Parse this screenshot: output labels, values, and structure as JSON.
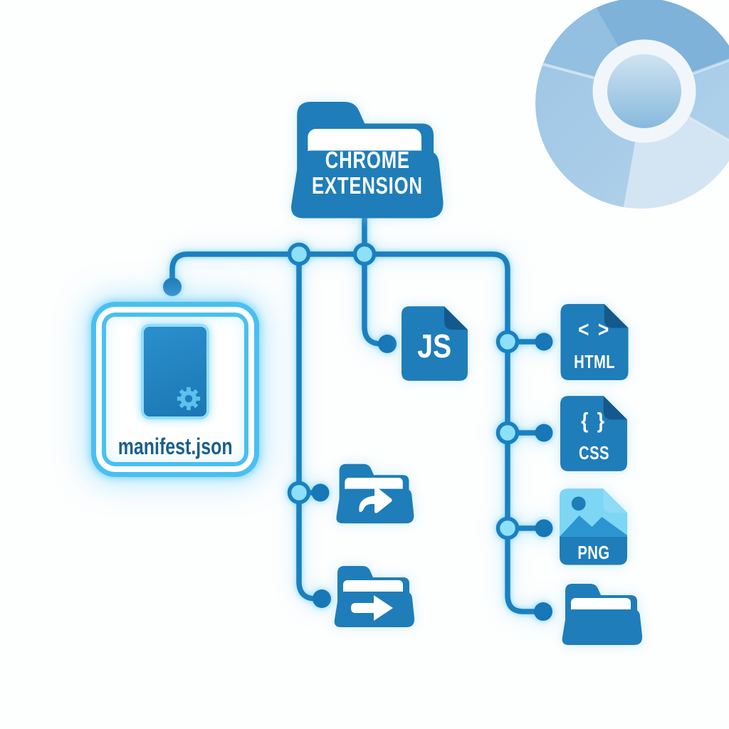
{
  "diagram": {
    "root": {
      "label_line1": "CHROME",
      "label_line2": "EXTENSION"
    },
    "manifest": {
      "label": "manifest.json"
    },
    "js": {
      "label": "JS"
    },
    "html": {
      "symbol": "< >",
      "label": "HTML"
    },
    "css": {
      "symbol": "{ }",
      "label": "CSS"
    },
    "png": {
      "label": "PNG"
    }
  },
  "colors": {
    "primary_blue": "#1f7db9",
    "fold_dark": "#14598c",
    "line_blue": "#1b80c0",
    "dot_fill": "#1777b7",
    "node_fill": "#8ce0f8",
    "glow": "#8fdcfa",
    "manifest_border": "#49c0f0",
    "manifest_text": "#1a5f8d",
    "png_image_light": "#7cd6f4",
    "png_mountain": "#2b95d1",
    "chromium_top": "#7fb2d9",
    "chromium_left": "#a6cbe8",
    "chromium_bottom_right": "#d3e5f3"
  }
}
